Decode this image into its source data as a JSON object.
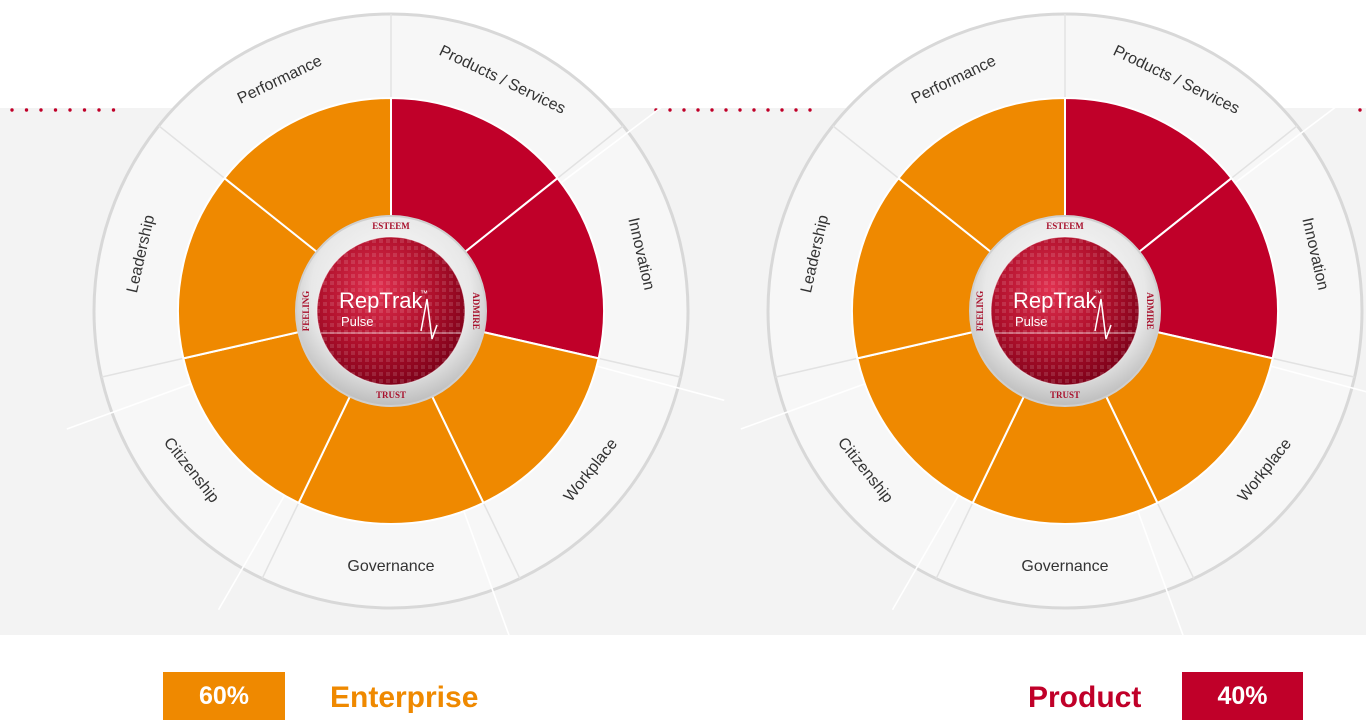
{
  "colors": {
    "orange": "#ef8900",
    "red": "#c00029",
    "panel": "#f3f3f3",
    "ring": "#d8d8d8"
  },
  "wheels": [
    {
      "id": "left",
      "segments": [
        "Products / Services",
        "Innovation",
        "Workplace",
        "Governance",
        "Citizenship",
        "Leadership",
        "Performance"
      ],
      "highlighted": [
        "Products / Services",
        "Innovation"
      ],
      "logo": {
        "brand": "RepTrak",
        "tm": "™",
        "sub": "Pulse",
        "esteem": "ESTEEM",
        "admire": "ADMIRE",
        "trust": "TRUST",
        "feeling": "FEELING"
      }
    },
    {
      "id": "right",
      "segments": [
        "Products / Services",
        "Innovation",
        "Workplace",
        "Governance",
        "Citizenship",
        "Leadership",
        "Performance"
      ],
      "highlighted": [
        "Products / Services",
        "Innovation"
      ],
      "logo": {
        "brand": "RepTrak",
        "tm": "™",
        "sub": "Pulse",
        "esteem": "ESTEEM",
        "admire": "ADMIRE",
        "trust": "TRUST",
        "feeling": "FEELING"
      }
    }
  ],
  "legend": {
    "enterprise": {
      "percent": "60%",
      "label": "Enterprise"
    },
    "product": {
      "percent": "40%",
      "label": "Product"
    }
  }
}
